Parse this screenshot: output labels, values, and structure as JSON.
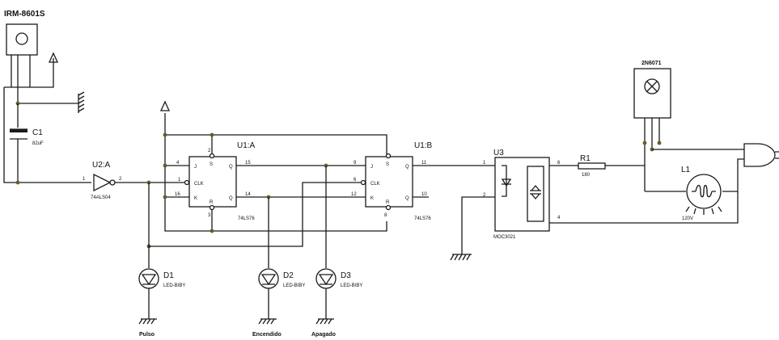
{
  "ir_receiver": {
    "ref": "IRM-8601S"
  },
  "c1": {
    "ref": "C1",
    "value": "82uF"
  },
  "u2a": {
    "ref": "U2:A",
    "part": "74ALS04",
    "pin_in": "1",
    "pin_out": "2"
  },
  "u1a": {
    "ref": "U1:A",
    "part": "74LS76",
    "pins": {
      "s": "2",
      "j": "4",
      "clk_num": "1",
      "k": "16",
      "r": "3",
      "q": "15",
      "qn": "14"
    },
    "labels": {
      "j": "J",
      "clk": "CLK",
      "k": "K",
      "s": "S",
      "r": "R",
      "q": "Q",
      "qn": "Q"
    }
  },
  "u1b": {
    "ref": "U1:B",
    "part": "74LS76",
    "pins": {
      "j": "9",
      "clk_num": "6",
      "k": "12",
      "r": "8",
      "q": "11",
      "qn": "10"
    },
    "labels": {
      "j": "J",
      "clk": "CLK",
      "k": "K",
      "s": "S",
      "r": "R",
      "q": "Q",
      "qn": "Q"
    }
  },
  "u3": {
    "ref": "U3",
    "part": "MOC3021",
    "pins": {
      "p1": "1",
      "p2": "2",
      "p4": "4",
      "p6": "6"
    }
  },
  "r1": {
    "ref": "R1",
    "value": "180"
  },
  "triac": {
    "ref": "2N6071"
  },
  "l1": {
    "ref": "L1",
    "value": "120V"
  },
  "leds": [
    {
      "ref": "D1",
      "part": "LED-BIBY",
      "label": "Pulso"
    },
    {
      "ref": "D2",
      "part": "LED-BIBY",
      "label": "Encendido"
    },
    {
      "ref": "D3",
      "part": "LED-BIBY",
      "label": "Apagado"
    }
  ]
}
